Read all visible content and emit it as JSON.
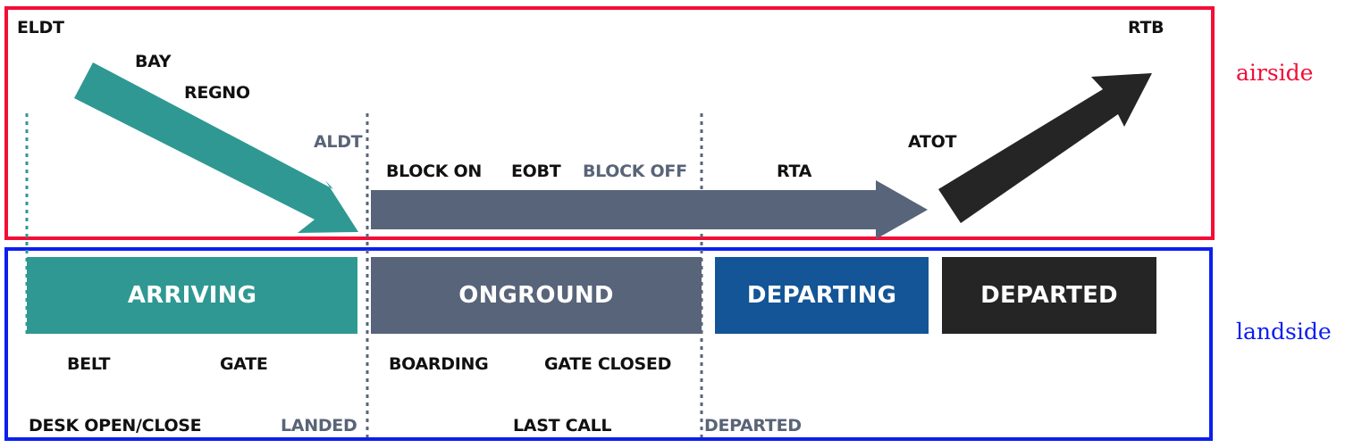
{
  "zones": {
    "airside": {
      "label": "airside",
      "color": "#f30e37"
    },
    "landside": {
      "label": "landside",
      "color": "#0b1ff0"
    }
  },
  "colors": {
    "arriving": "#2f9893",
    "onground": "#58647a",
    "departing": "#135596",
    "departed": "#252525",
    "muted_text": "#5a6478"
  },
  "airside_labels": {
    "eldt": "ELDT",
    "bay": "BAY",
    "regno": "REGNO",
    "aldt": "ALDT",
    "block_on": "BLOCK ON",
    "eobt": "EOBT",
    "block_off": "BLOCK OFF",
    "rta": "RTA",
    "atot": "ATOT",
    "rtb": "RTB"
  },
  "statuses": [
    {
      "label": "ARRIVING"
    },
    {
      "label": "ONGROUND"
    },
    {
      "label": "DEPARTING"
    },
    {
      "label": "DEPARTED"
    }
  ],
  "landside_labels": {
    "belt": "BELT",
    "gate": "GATE",
    "boarding": "BOARDING",
    "gate_closed": "GATE CLOSED",
    "desk_open_close": "DESK OPEN/CLOSE",
    "landed": "LANDED",
    "last_call": "LAST CALL",
    "departed_marker": "DEPARTED"
  },
  "arrows": [
    {
      "name": "arrival-descent",
      "color_key": "arriving"
    },
    {
      "name": "ground-phase",
      "color_key": "onground"
    },
    {
      "name": "departure-climb",
      "color_key": "departed"
    }
  ]
}
